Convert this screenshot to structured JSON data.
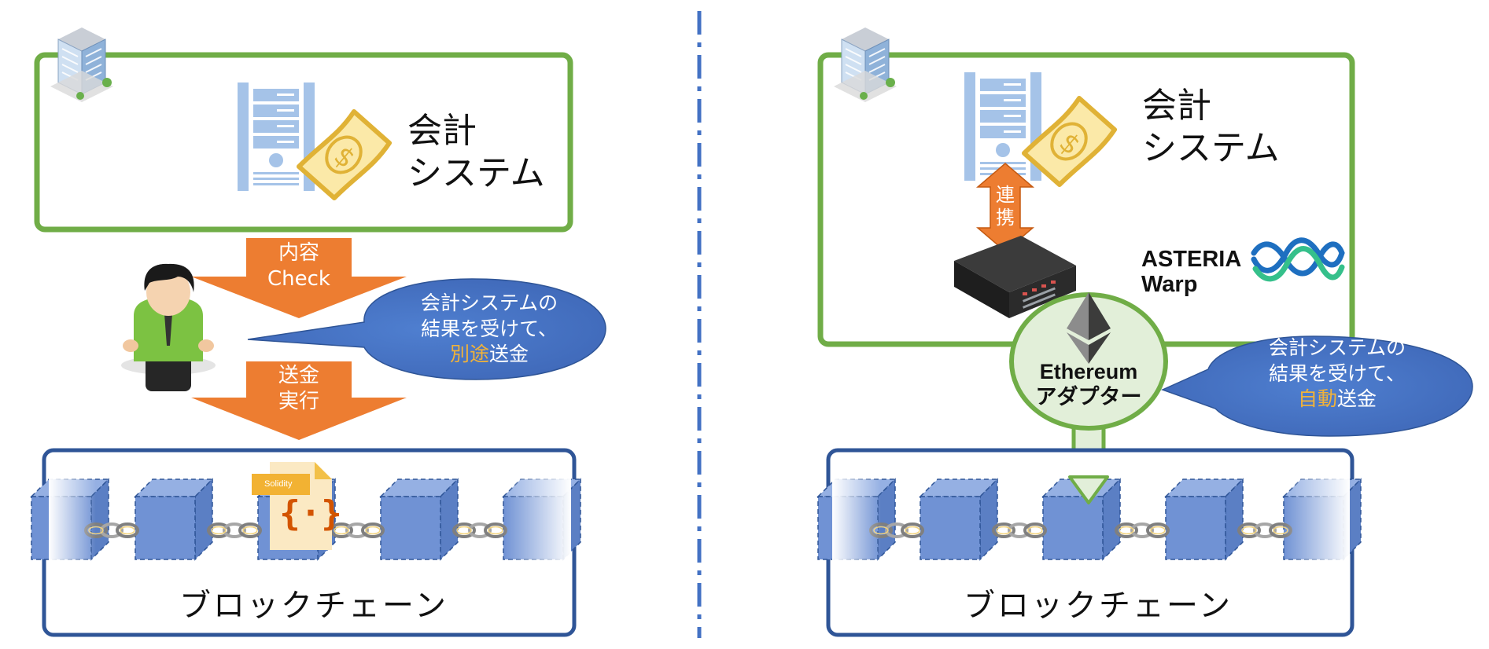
{
  "left": {
    "system_label": [
      "会計",
      "システム"
    ],
    "arrow_check": [
      "内容",
      "Check"
    ],
    "arrow_exec": [
      "送金",
      "実行"
    ],
    "bubble": {
      "line1": "会計システムの",
      "line2": "結果を受けて、",
      "line3_hl": "別途",
      "line3_rest": "送金"
    },
    "contract_tag": "Solidity",
    "chain_label": "ブロックチェーン"
  },
  "right": {
    "system_label": [
      "会計",
      "システム"
    ],
    "link_label": [
      "連",
      "携"
    ],
    "asteria": [
      "ASTERIA",
      "Warp"
    ],
    "adapter": [
      "Ethereum",
      "アダプター"
    ],
    "bubble": {
      "line1": "会計システムの",
      "line2": "結果を受けて、",
      "line3_hl": "自動",
      "line3_rest": "送金"
    },
    "chain_label": "ブロックチェーン"
  },
  "colors": {
    "system_border": "#70ad47",
    "chain_border": "#2f5597",
    "block_fill": "#7092d4",
    "arrow_orange": "#ed7d31",
    "bubble_blue": "#4472c4",
    "highlight": "#f0b23a",
    "divider": "#4472c4",
    "adapter_fill": "#e2efd9"
  },
  "icons": [
    "office-building-icon",
    "server-icon",
    "dollar-bill-icon",
    "person-icon",
    "rack-server-icon",
    "ethereum-icon",
    "asteria-warp-logo",
    "solidity-contract-icon",
    "chain-link-icon"
  ]
}
